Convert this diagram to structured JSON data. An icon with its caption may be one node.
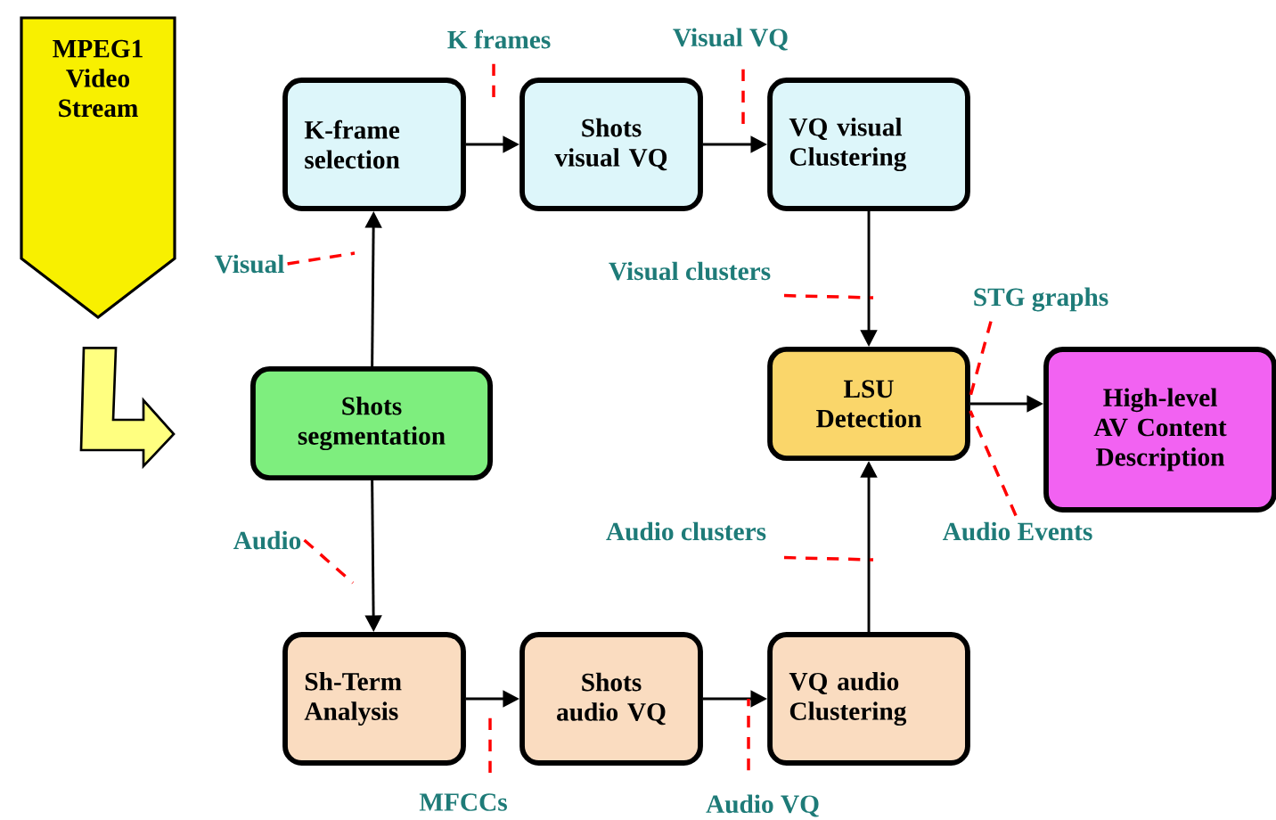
{
  "diagram": {
    "nodes": [
      {
        "text": [
          "MPEG1 Video Stream"
        ]
      },
      {
        "text": [
          "K-frame selection"
        ]
      },
      {
        "text": [
          "Shots visual VQ"
        ]
      },
      {
        "text": [
          "VQ visual Clustering"
        ]
      },
      {
        "text": [
          "Shots segmentation"
        ]
      },
      {
        "text": [
          "LSU Detection"
        ]
      },
      {
        "text": [
          "High-level AV Content Description"
        ]
      },
      {
        "text": [
          "Sh-Term Analysis"
        ]
      },
      {
        "text": [
          "Shots audio VQ"
        ]
      },
      {
        "text": [
          "VQ audio Clustering"
        ]
      },
      {
        "text": [
          "K frames"
        ]
      },
      {
        "text": [
          "Visual VQ"
        ]
      },
      {
        "text": [
          "Visual"
        ]
      },
      {
        "text": [
          "Visual clusters"
        ]
      },
      {
        "text": [
          "STG graphs"
        ]
      },
      {
        "text": [
          "Audio"
        ]
      },
      {
        "text": [
          "Audio clusters"
        ]
      },
      {
        "text": [
          "Audio Events"
        ]
      },
      {
        "text": [
          "MFCCs"
        ]
      },
      {
        "text": [
          "Audio VQ"
        ]
      }
    ],
    "edges": [
      {
        "from": 0,
        "to": 4,
        "arrow": "to",
        "style": "thick",
        "color": "#ffff80"
      },
      {
        "from": 4,
        "to": 1,
        "arrow": "to",
        "color": "#000000"
      },
      {
        "from": 1,
        "to": 2,
        "arrow": "to",
        "color": "#000000"
      },
      {
        "from": 2,
        "to": 3,
        "arrow": "to",
        "color": "#000000"
      },
      {
        "from": 3,
        "to": 5,
        "arrow": "to",
        "color": "#000000"
      },
      {
        "from": 4,
        "to": 7,
        "arrow": "to",
        "color": "#000000"
      },
      {
        "from": 7,
        "to": 8,
        "arrow": "to",
        "color": "#000000"
      },
      {
        "from": 8,
        "to": 9,
        "arrow": "to",
        "color": "#000000"
      },
      {
        "from": 9,
        "to": 5,
        "arrow": "to",
        "color": "#000000"
      },
      {
        "from": 5,
        "to": 6,
        "arrow": "to",
        "color": "#000000"
      },
      {
        "from": 10,
        "to": null,
        "arrow": "none",
        "style": "dashed",
        "color": "#ff0000"
      },
      {
        "from": 11,
        "to": null,
        "arrow": "none",
        "style": "dashed",
        "color": "#ff0000"
      },
      {
        "from": 12,
        "to": null,
        "arrow": "none",
        "style": "dashed",
        "color": "#ff0000"
      },
      {
        "from": 13,
        "to": null,
        "arrow": "none",
        "style": "dashed",
        "color": "#ff0000"
      },
      {
        "from": 14,
        "to": 5,
        "arrow": "none",
        "style": "dashed",
        "color": "#ff0000"
      },
      {
        "from": 15,
        "to": null,
        "arrow": "none",
        "style": "dashed",
        "color": "#ff0000"
      },
      {
        "from": 16,
        "to": null,
        "arrow": "none",
        "style": "dashed",
        "color": "#ff0000"
      },
      {
        "from": 17,
        "to": 5,
        "arrow": "none",
        "style": "dashed",
        "color": "#ff0000"
      },
      {
        "from": 18,
        "to": null,
        "arrow": "none",
        "style": "dashed",
        "color": "#ff0000"
      },
      {
        "from": 19,
        "to": null,
        "arrow": "none",
        "style": "dashed",
        "color": "#ff0000"
      }
    ]
  }
}
